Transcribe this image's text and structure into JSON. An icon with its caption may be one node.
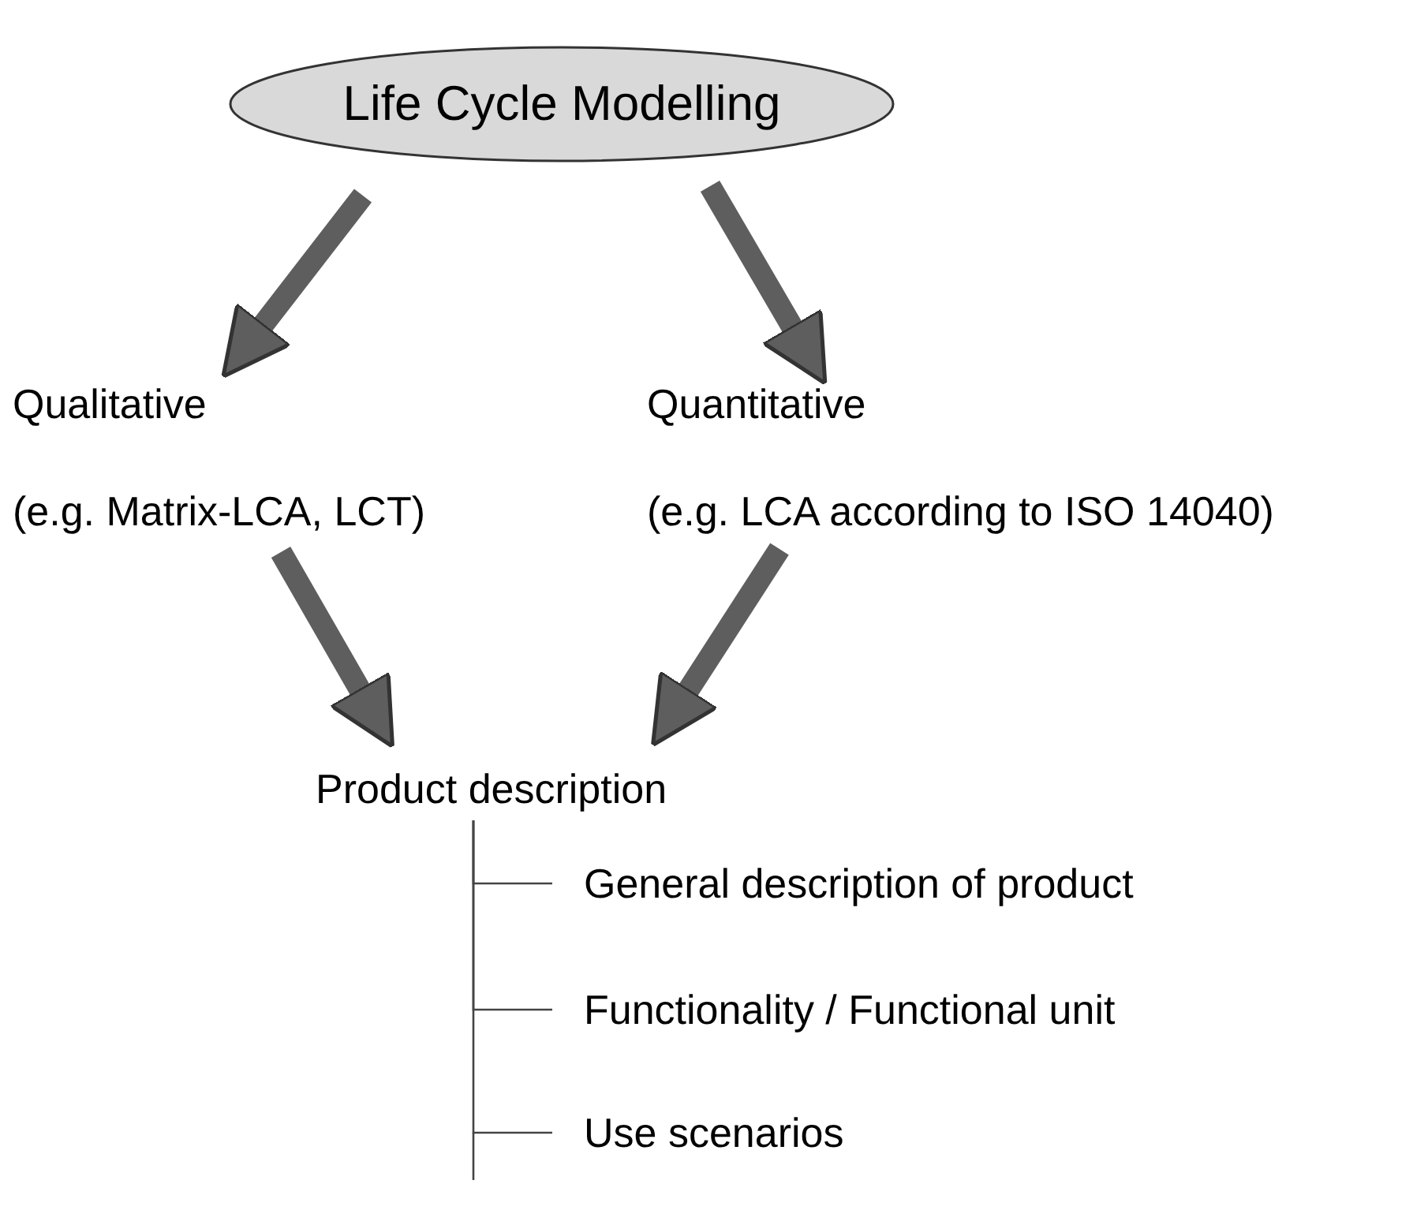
{
  "diagram": {
    "nodes": [
      {
        "text": [
          "Life Cycle Modelling"
        ]
      },
      {
        "text": [
          "Qualitative",
          "(e.g. Matrix-LCA, LCT)"
        ]
      },
      {
        "text": [
          "Quantitative",
          "(e.g. LCA according to ISO 14040)"
        ]
      },
      {
        "text": [
          "Product description"
        ]
      },
      {
        "text": [
          "General description of product"
        ]
      },
      {
        "text": [
          "Functionality / Functional unit"
        ]
      },
      {
        "text": [
          "Use scenarios"
        ]
      }
    ],
    "edges": [
      {
        "from": 0,
        "to": 1,
        "arrow": "to"
      },
      {
        "from": 0,
        "to": 2,
        "arrow": "to"
      },
      {
        "from": 1,
        "to": 3,
        "arrow": "to"
      },
      {
        "from": 2,
        "to": 3,
        "arrow": "to"
      },
      {
        "from": 3,
        "to": 4,
        "arrow": "none"
      },
      {
        "from": 3,
        "to": 5,
        "arrow": "none"
      },
      {
        "from": 3,
        "to": 6,
        "arrow": "none"
      }
    ]
  }
}
